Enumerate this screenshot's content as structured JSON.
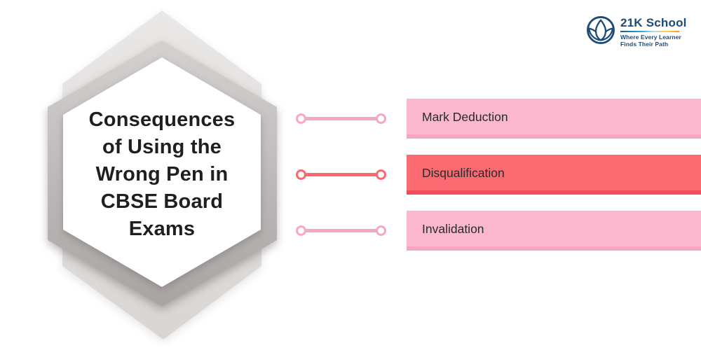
{
  "logo": {
    "name": "21K School",
    "tagline_line1": "Where Every Learner",
    "tagline_line2": "Finds Their Path",
    "brand_color": "#1d4b78",
    "underline_css": "linear-gradient(90deg, #1a5a92 0%, #2f9fd8 35%, #a8d9f0 55%, #ffd34e 78%, #f7941d 100%)"
  },
  "hexagon": {
    "title_lines": [
      "Consequences",
      "of Using the",
      "Wrong Pen in",
      "CBSE Board",
      "Exams"
    ],
    "text_color": "#1f1f1f",
    "back_top": "#eae8e7",
    "back_bottom": "#d9d5d3",
    "border_top": "#d4d1d0",
    "border_bottom": "#a9a4a3",
    "inner_fill": "#ffffff"
  },
  "items": [
    {
      "label": "Mark Deduction",
      "bar": "#fbb7cd",
      "edge": "#f8a5c1",
      "line": "#f5a8c5"
    },
    {
      "label": "Disqualification",
      "bar": "#fa6a70",
      "edge": "#f04f59",
      "line": "#f8696f"
    },
    {
      "label": "Invalidation",
      "bar": "#fbb7cd",
      "edge": "#f8a5c1",
      "line": "#f5a8c5"
    }
  ],
  "label_color": "#2b2b2b"
}
